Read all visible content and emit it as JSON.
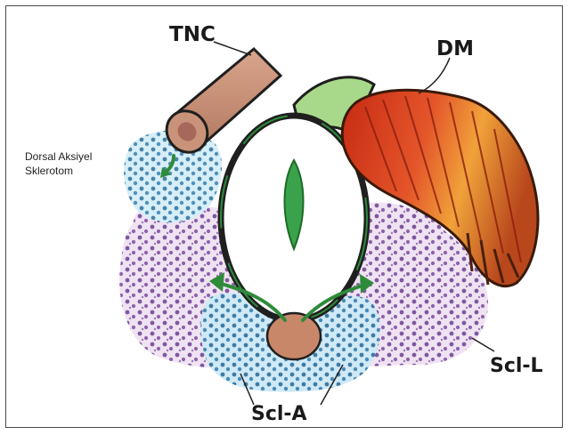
{
  "labels": {
    "tnc": "TNC",
    "dm": "DM",
    "dorsal_line1": "Dorsal Aksiyel",
    "dorsal_line2": "Sklerotom",
    "scl_a": "Scl-A",
    "scl_l": "Scl-L"
  },
  "colors": {
    "frame": "#4a4a4a",
    "purple_tissue": "#6b3f8f",
    "blue_tissue": "#3f8fc0",
    "notochord_green": "#3aa24a",
    "dm_red": "#d9361e",
    "tnc_tan": "#c9937a"
  }
}
